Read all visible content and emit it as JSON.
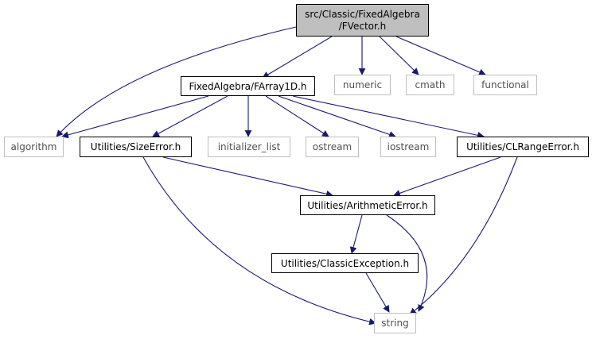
{
  "nodes": {
    "root": {
      "line1": "src/Classic/FixedAlgebra",
      "line2": "/FVector.h"
    },
    "farray": "FixedAlgebra/FArray1D.h",
    "numeric": "numeric",
    "cmath": "cmath",
    "functional": "functional",
    "algorithm": "algorithm",
    "sizeerror": "Utilities/SizeError.h",
    "initializer_list": "initializer_list",
    "ostream": "ostream",
    "iostream": "iostream",
    "clrangeerror": "Utilities/CLRangeError.h",
    "arithmeticerror": "Utilities/ArithmeticError.h",
    "classicexception": "Utilities/ClassicException.h",
    "string": "string"
  },
  "colors": {
    "edge": "#191970",
    "root_fill": "#bfbfbf",
    "external_border": "#bfbfbf",
    "external_text": "#505050"
  }
}
